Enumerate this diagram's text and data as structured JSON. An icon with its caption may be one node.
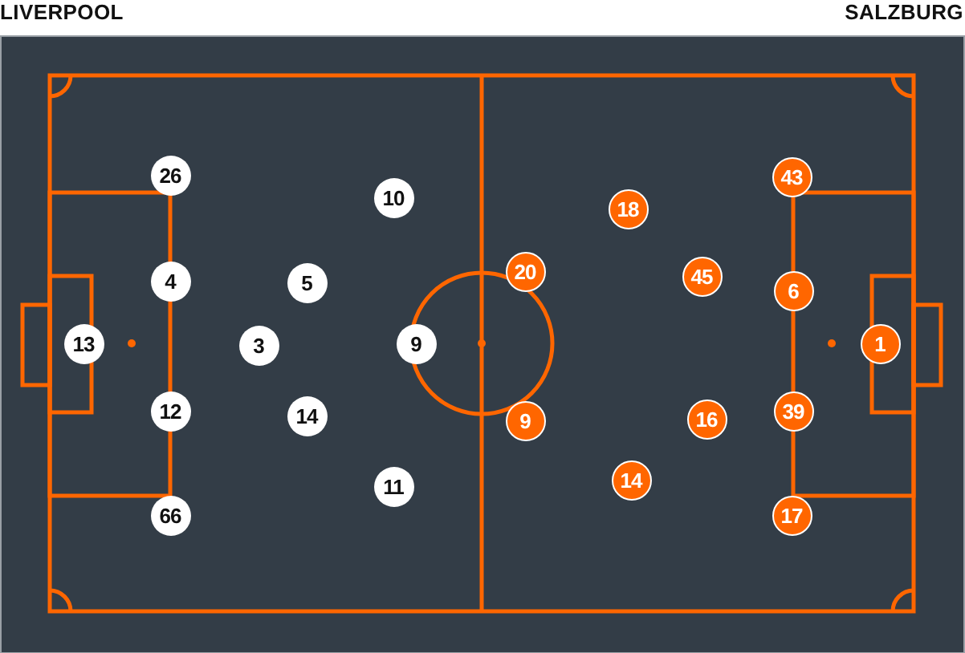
{
  "diagram": {
    "nodes": [
      {
        "text": [
          "13"
        ]
      },
      {
        "text": [
          "26"
        ]
      },
      {
        "text": [
          "4"
        ]
      },
      {
        "text": [
          "12"
        ]
      },
      {
        "text": [
          "66"
        ]
      },
      {
        "text": [
          "3"
        ]
      },
      {
        "text": [
          "5"
        ]
      },
      {
        "text": [
          "14"
        ]
      },
      {
        "text": [
          "10"
        ]
      },
      {
        "text": [
          "9"
        ]
      },
      {
        "text": [
          "11"
        ]
      },
      {
        "text": [
          "1"
        ]
      },
      {
        "text": [
          "43"
        ]
      },
      {
        "text": [
          "6"
        ]
      },
      {
        "text": [
          "39"
        ]
      },
      {
        "text": [
          "17"
        ]
      },
      {
        "text": [
          "20"
        ]
      },
      {
        "text": [
          "9"
        ]
      },
      {
        "text": [
          "18"
        ]
      },
      {
        "text": [
          "45"
        ]
      },
      {
        "text": [
          "16"
        ]
      },
      {
        "text": [
          "14"
        ]
      }
    ],
    "labels": [
      "LIVERPOOL",
      "SALZBURG"
    ]
  }
}
